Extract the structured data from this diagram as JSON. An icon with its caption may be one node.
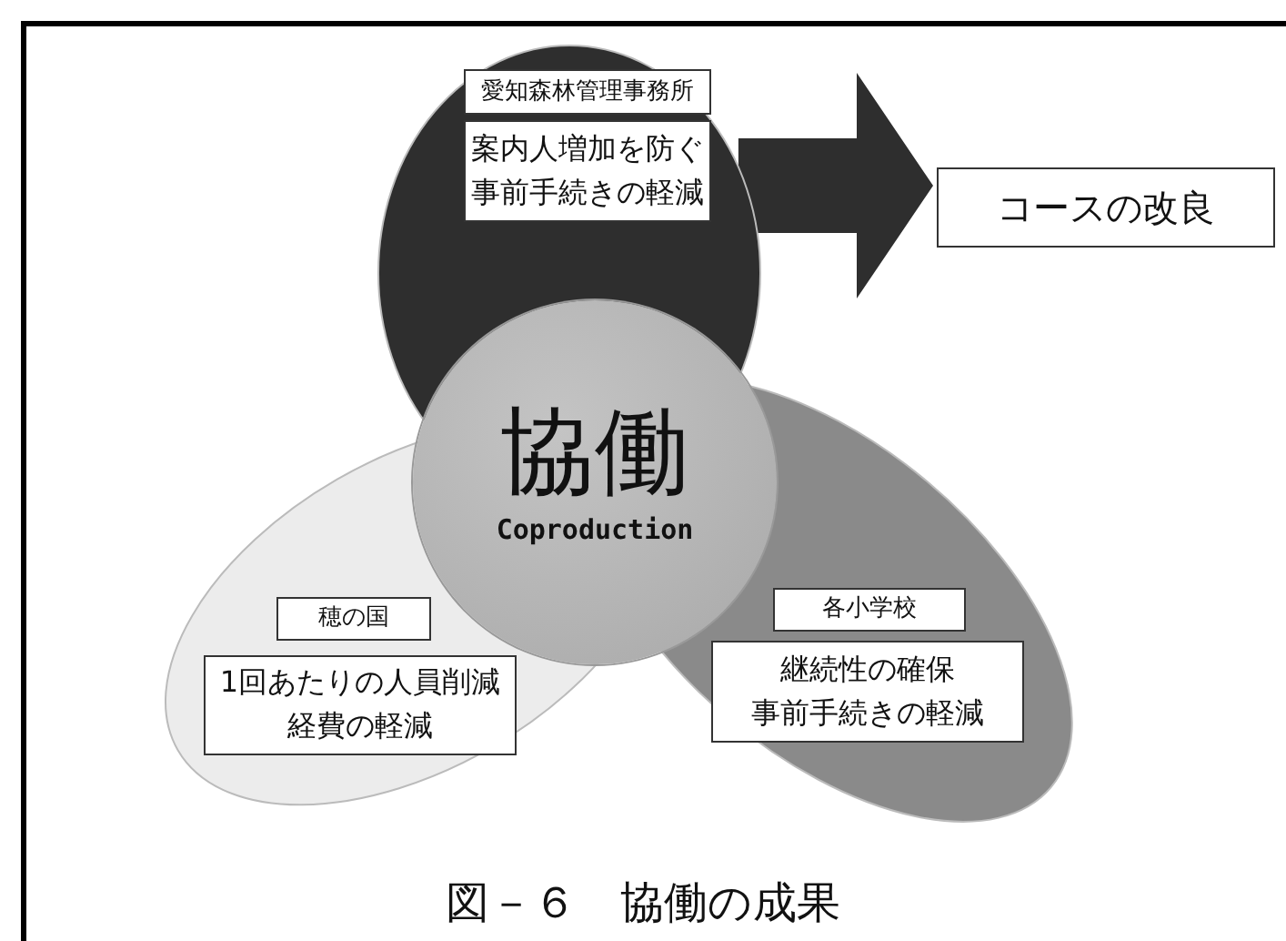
{
  "diagram": {
    "caption": "図－６　協働の成果",
    "nodes": [
      {
        "text": [],
        "shape": "ellipse"
      },
      {
        "text": [
          "愛知森林管理事務所"
        ],
        "in": 0
      },
      {
        "text": [
          "案内人増加を防ぐ",
          "事前手続きの軽減"
        ],
        "in": 0
      },
      {
        "text": [],
        "shape": "ellipse"
      },
      {
        "text": [
          "穂の国"
        ],
        "in": 3
      },
      {
        "text": [
          "1回あたりの人員削減",
          "経費の軽減"
        ],
        "in": 3
      },
      {
        "text": [],
        "shape": "ellipse"
      },
      {
        "text": [
          "各小学校"
        ],
        "in": 6
      },
      {
        "text": [
          "継続性の確保",
          "事前手続きの軽減"
        ],
        "in": 6
      },
      {
        "text": [
          "協働",
          "Coproduction"
        ]
      },
      {
        "text": [
          "コースの改良"
        ]
      }
    ],
    "edges": [
      {
        "from": 0,
        "to": 10,
        "arrow": "to"
      }
    ]
  }
}
